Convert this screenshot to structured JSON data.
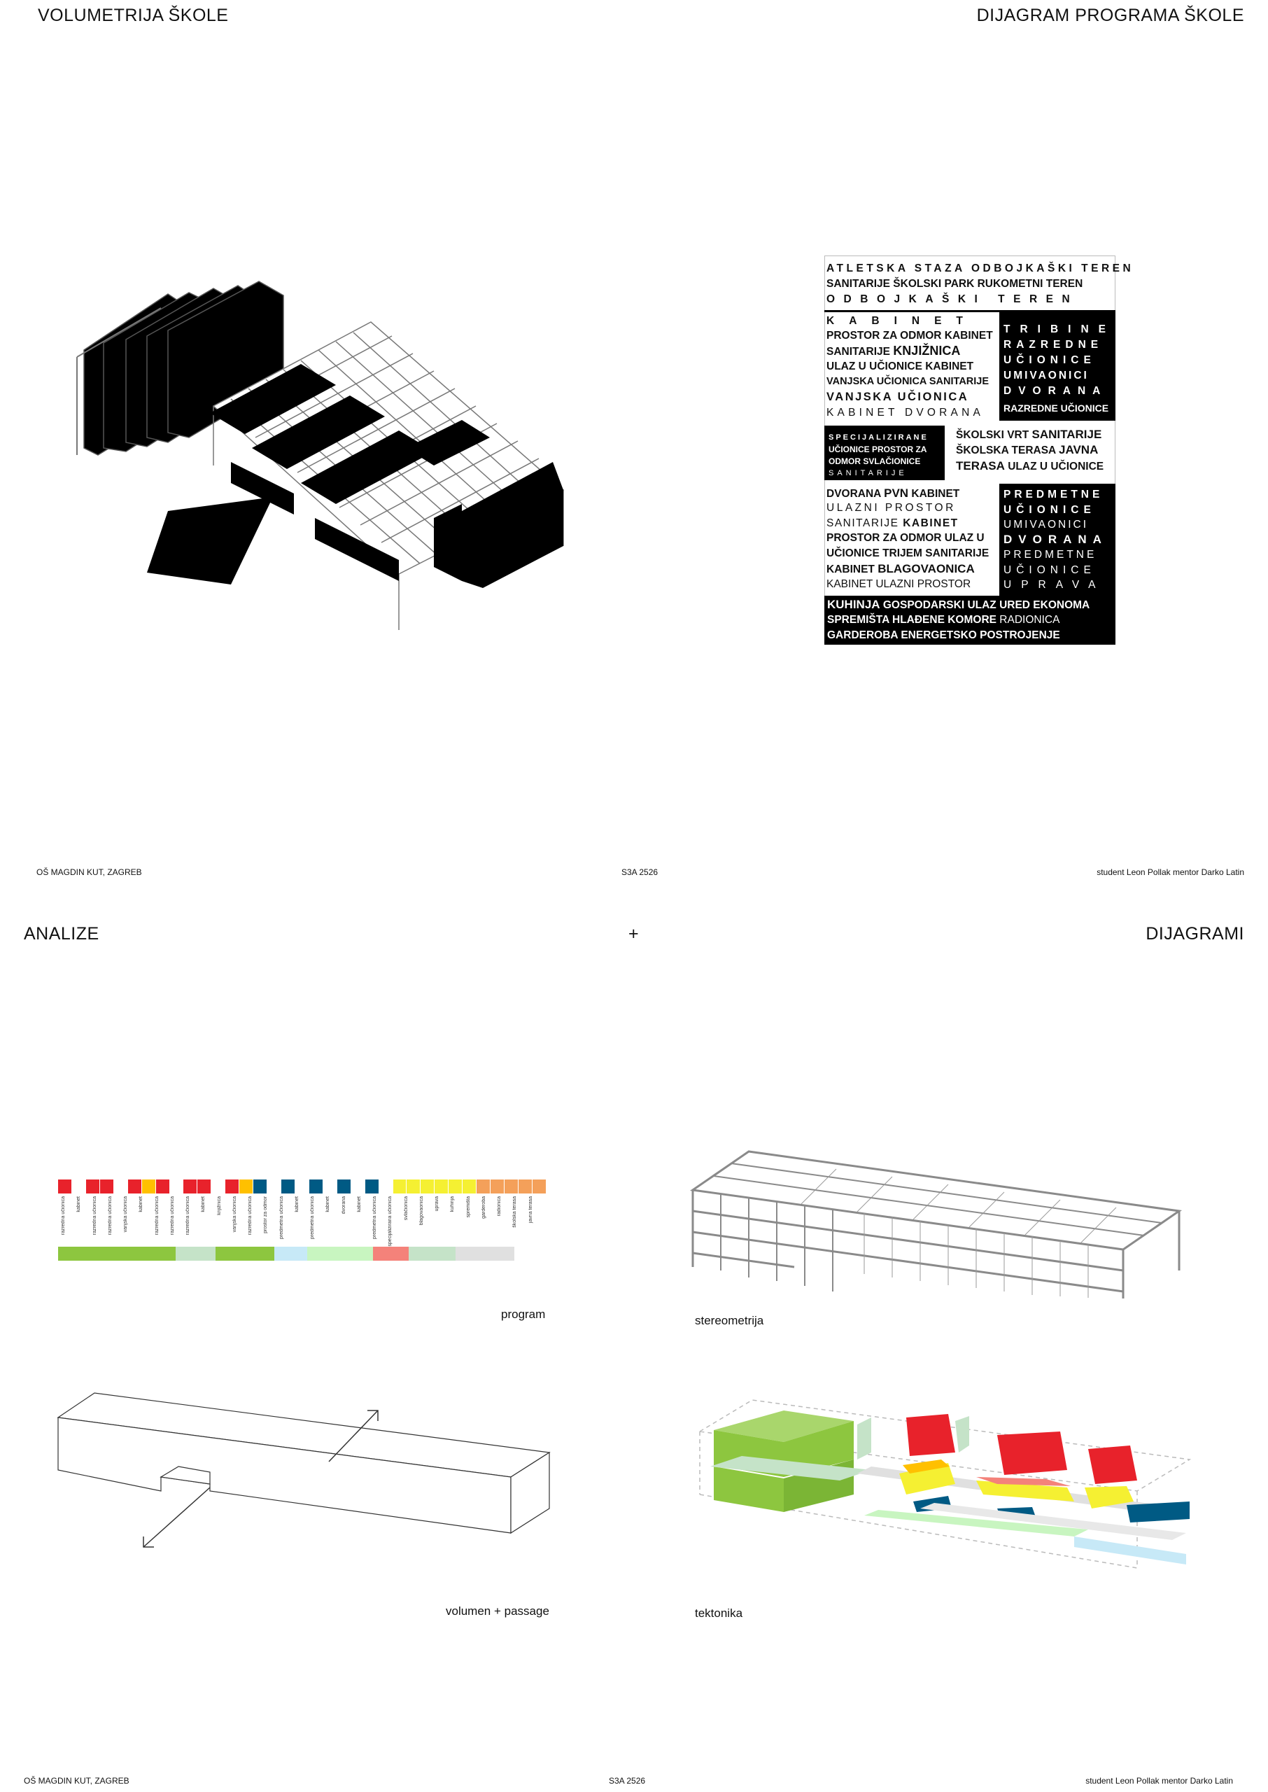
{
  "sheet1": {
    "title_left": "VOLUMETRIJA ŠKOLE",
    "title_right": "DIJAGRAM PROGRAMA ŠKOLE",
    "footer_left": "OŠ MAGDIN KUT, ZAGREB",
    "footer_center": "S3A 2526",
    "footer_right": "student Leon Pollak  mentor Darko Latin"
  },
  "program_diagram": {
    "r1": "ATLETSKA STAZA ODBOJKAŠKI TEREN",
    "r2": "SANITARIJE ŠKOLSKI PARK  RUKOMETNI TEREN",
    "r3": "ODBOJKAŠKI TEREN",
    "l1": "KABINET",
    "l2": "PROSTOR ZA ODMOR KABINET",
    "l3a": "SANITARIJE ",
    "l3b": "KNJIŽNICA",
    "l4": "ULAZ U UČIONICE KABINET",
    "l5": "VANJSKA UČIONICA SANITARIJE",
    "l6": "VANJSKA UČIONICA",
    "l7": "KABINET DVORANA",
    "rb1": "TRIBINE",
    "rb2": "RAZREDNE",
    "rb3": "UČIONICE",
    "rb4": "UMIVAONICI",
    "rb5": "DVORANA",
    "rb6": "RAZREDNE UČIONICE",
    "m1": "SPECIJALIZIRANE",
    "m2": "UČIONICE PROSTOR ZA",
    "m3a": "ODMOR ",
    "m3b": "SVLAČIONICE",
    "m4": "SANITARIJE",
    "mr1a": "ŠKOLSKI VRT ",
    "mr1b": "SANITARIJE",
    "mr2a": "ŠKOLSKA TERASA ",
    "mr2b": "JAVNA",
    "mr3a": "TERASA",
    "mr3b": " ULAZ U UČIONICE",
    "d1a": "DVORANA ",
    "d1b": "PVN",
    "d1c": " KABINET",
    "d2": "ULAZNI PROSTOR",
    "d3a": "SANITARIJE ",
    "d3b": "KABINET",
    "d4a": "PROSTOR ZA ODMOR",
    "d4b": " ULAZ U",
    "d5": "UČIONICE TRIJEM SANITARIJE",
    "d6a": "KABINET ",
    "d6b": "BLAGOVAONICA",
    "d7": "KABINET ULAZNI PROSTOR",
    "dr1": "PREDMETNE",
    "dr2": "UČIONICE",
    "dr3": "UMIVAONICI",
    "dr4": "DVORANA",
    "dr5": "PREDMETNE",
    "dr6": "UČIONICE",
    "dr7": "UPRAVA",
    "b1a": "KUHINJA",
    "b1b": " GOSPODARSKI ULAZ ",
    "b1c": "URED EKONOMA",
    "b2a": "SPREMIŠTA HLAĐENE KOMORE",
    "b2b": " RADIONICA",
    "b3": "GARDEROBA ENERGETSKO POSTROJENJE"
  },
  "sheet2": {
    "title_left": "ANALIZE",
    "title_center": "+",
    "title_right": "DIJAGRAMI",
    "caption_program": "program",
    "caption_stereo": "stereometrija",
    "caption_volumen": "volumen + passage",
    "caption_tektonika": "tektonika",
    "footer_left": "OŠ MAGDIN KUT, ZAGREB",
    "footer_center": "S3A 2526",
    "footer_right": "student Leon Pollak  mentor Darko Latin"
  },
  "program_bar": {
    "top_colors": [
      "#e8222b",
      "#ffffff",
      "#e8222b",
      "#e8222b",
      "#ffffff",
      "#e8222b",
      "#ffc000",
      "#e8222b",
      "#ffffff",
      "#e8222b",
      "#e8222b",
      "#ffffff",
      "#e8222b",
      "#ffc000",
      "#005a84",
      "#ffffff",
      "#005a84",
      "#ffffff",
      "#005a84",
      "#ffffff",
      "#005a84",
      "#ffffff",
      "#005a84",
      "#ffffff",
      "#f5f032",
      "#f5f032",
      "#f5f032",
      "#f5f032",
      "#f5f032",
      "#f5f032",
      "#f4a05a",
      "#f4a05a",
      "#f4a05a",
      "#f4a05a",
      "#f4a05a"
    ],
    "labels": [
      "razredna učionica",
      "kabinet",
      "razredna učionica",
      "razredna učionica",
      "vanjska učionica",
      "kabinet",
      "razredna učionica",
      "razredna učionica",
      "razredna učionica",
      "kabinet",
      "knjižnica",
      "vanjska učionica",
      "razredna učionica",
      "prostor za odmor",
      "predmetna učionica",
      "kabinet",
      "predmetna učionica",
      "kabinet",
      "dvorana",
      "kabinet",
      "predmetna učionica",
      "specijalizirana učionica",
      "svlačionica",
      "blagovaonica",
      "uprava",
      "kuhinja",
      "spremišta",
      "garderoba",
      "radionica",
      "školska terasa",
      "javna terasa"
    ],
    "bottom_colors": [
      "#8dc63f",
      "#c5e3c8",
      "#8dc63f",
      "#c7e9f7",
      "#c8f5c0",
      "#f4827a",
      "#c5e3c8",
      "#e0e0e0"
    ]
  },
  "colors": {
    "black_volume": "#000000",
    "frame_grey": "#8a8a8a",
    "red": "#e8222b",
    "yellow": "#f5f032",
    "orange": "#ffc000",
    "blue": "#005a84",
    "green": "#8dc63f",
    "pale_green": "#c5e3c8",
    "light_blue": "#c7e9f7",
    "pink": "#f4827a"
  }
}
